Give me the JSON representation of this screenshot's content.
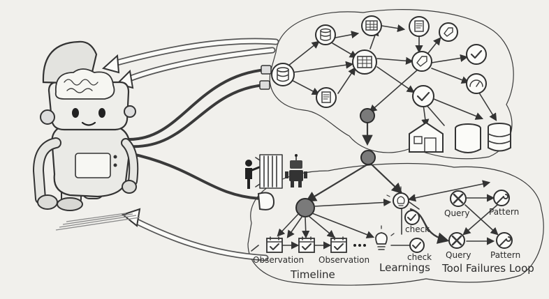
{
  "labels": {
    "observation_1": "Observation",
    "observation_2": "Observation",
    "timeline": "Timeline",
    "check_1": "check",
    "check_2": "check",
    "learnings": "Learnings",
    "query_1": "Query",
    "pattern_1": "Pattern",
    "query_2": "Query",
    "pattern_2": "Pattern",
    "tool_failures_loop": "Tool Failures Loop"
  },
  "icons": [
    "robot-with-brain-icon",
    "database-icon",
    "table-icon",
    "document-icon",
    "tag-icon",
    "checkmark-icon",
    "gauge-icon",
    "warehouse-icon",
    "cylinder-icon",
    "person-icon",
    "gate-icon",
    "small-robot-icon",
    "calendar-check-icon",
    "lightbulb-icon",
    "error-x-icon",
    "wrench-icon"
  ],
  "colors": {
    "ink": "#2f2f2f",
    "paper": "#f1f0ec",
    "hub": "#7a7a7a"
  }
}
